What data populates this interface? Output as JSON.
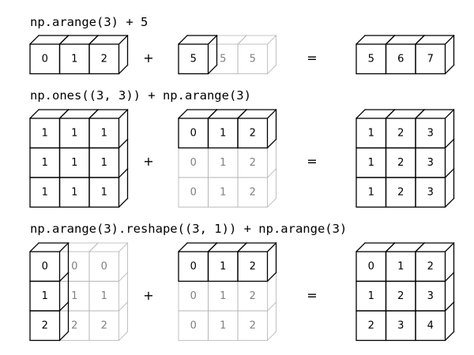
{
  "rows": [
    {
      "title": "np.arange(3) + 5",
      "left": {
        "cells": [
          [
            "0",
            "1",
            "2"
          ]
        ],
        "solid_cols": 3
      },
      "plus": "+",
      "right": {
        "cells": [
          [
            "5",
            "5",
            "5"
          ]
        ],
        "solid_cols": 1
      },
      "equals": "=",
      "result": {
        "cells": [
          [
            "5",
            "6",
            "7"
          ]
        ]
      }
    },
    {
      "title": "np.ones((3, 3)) + np.arange(3)",
      "left": {
        "cells": [
          [
            "1",
            "1",
            "1"
          ],
          [
            "1",
            "1",
            "1"
          ],
          [
            "1",
            "1",
            "1"
          ]
        ],
        "solid_rows": 3
      },
      "plus": "+",
      "right": {
        "cells": [
          [
            "0",
            "1",
            "2"
          ],
          [
            "0",
            "1",
            "2"
          ],
          [
            "0",
            "1",
            "2"
          ]
        ],
        "solid_rows": 1
      },
      "equals": "=",
      "result": {
        "cells": [
          [
            "1",
            "2",
            "3"
          ],
          [
            "1",
            "2",
            "3"
          ],
          [
            "1",
            "2",
            "3"
          ]
        ]
      }
    },
    {
      "title": "np.arange(3).reshape((3, 1)) + np.arange(3)",
      "left": {
        "cells": [
          [
            "0",
            "0",
            "0"
          ],
          [
            "1",
            "1",
            "1"
          ],
          [
            "2",
            "2",
            "2"
          ]
        ],
        "solid_cols": 1
      },
      "plus": "+",
      "right": {
        "cells": [
          [
            "0",
            "1",
            "2"
          ],
          [
            "0",
            "1",
            "2"
          ],
          [
            "0",
            "1",
            "2"
          ]
        ],
        "solid_rows": 1
      },
      "equals": "=",
      "result": {
        "cells": [
          [
            "0",
            "1",
            "2"
          ],
          [
            "1",
            "2",
            "3"
          ],
          [
            "2",
            "3",
            "4"
          ]
        ]
      }
    }
  ],
  "colors": {
    "solid_line": "#000000",
    "ghost_line": "#b3b3b3",
    "solid_text": "#000000",
    "ghost_text": "#808080"
  }
}
